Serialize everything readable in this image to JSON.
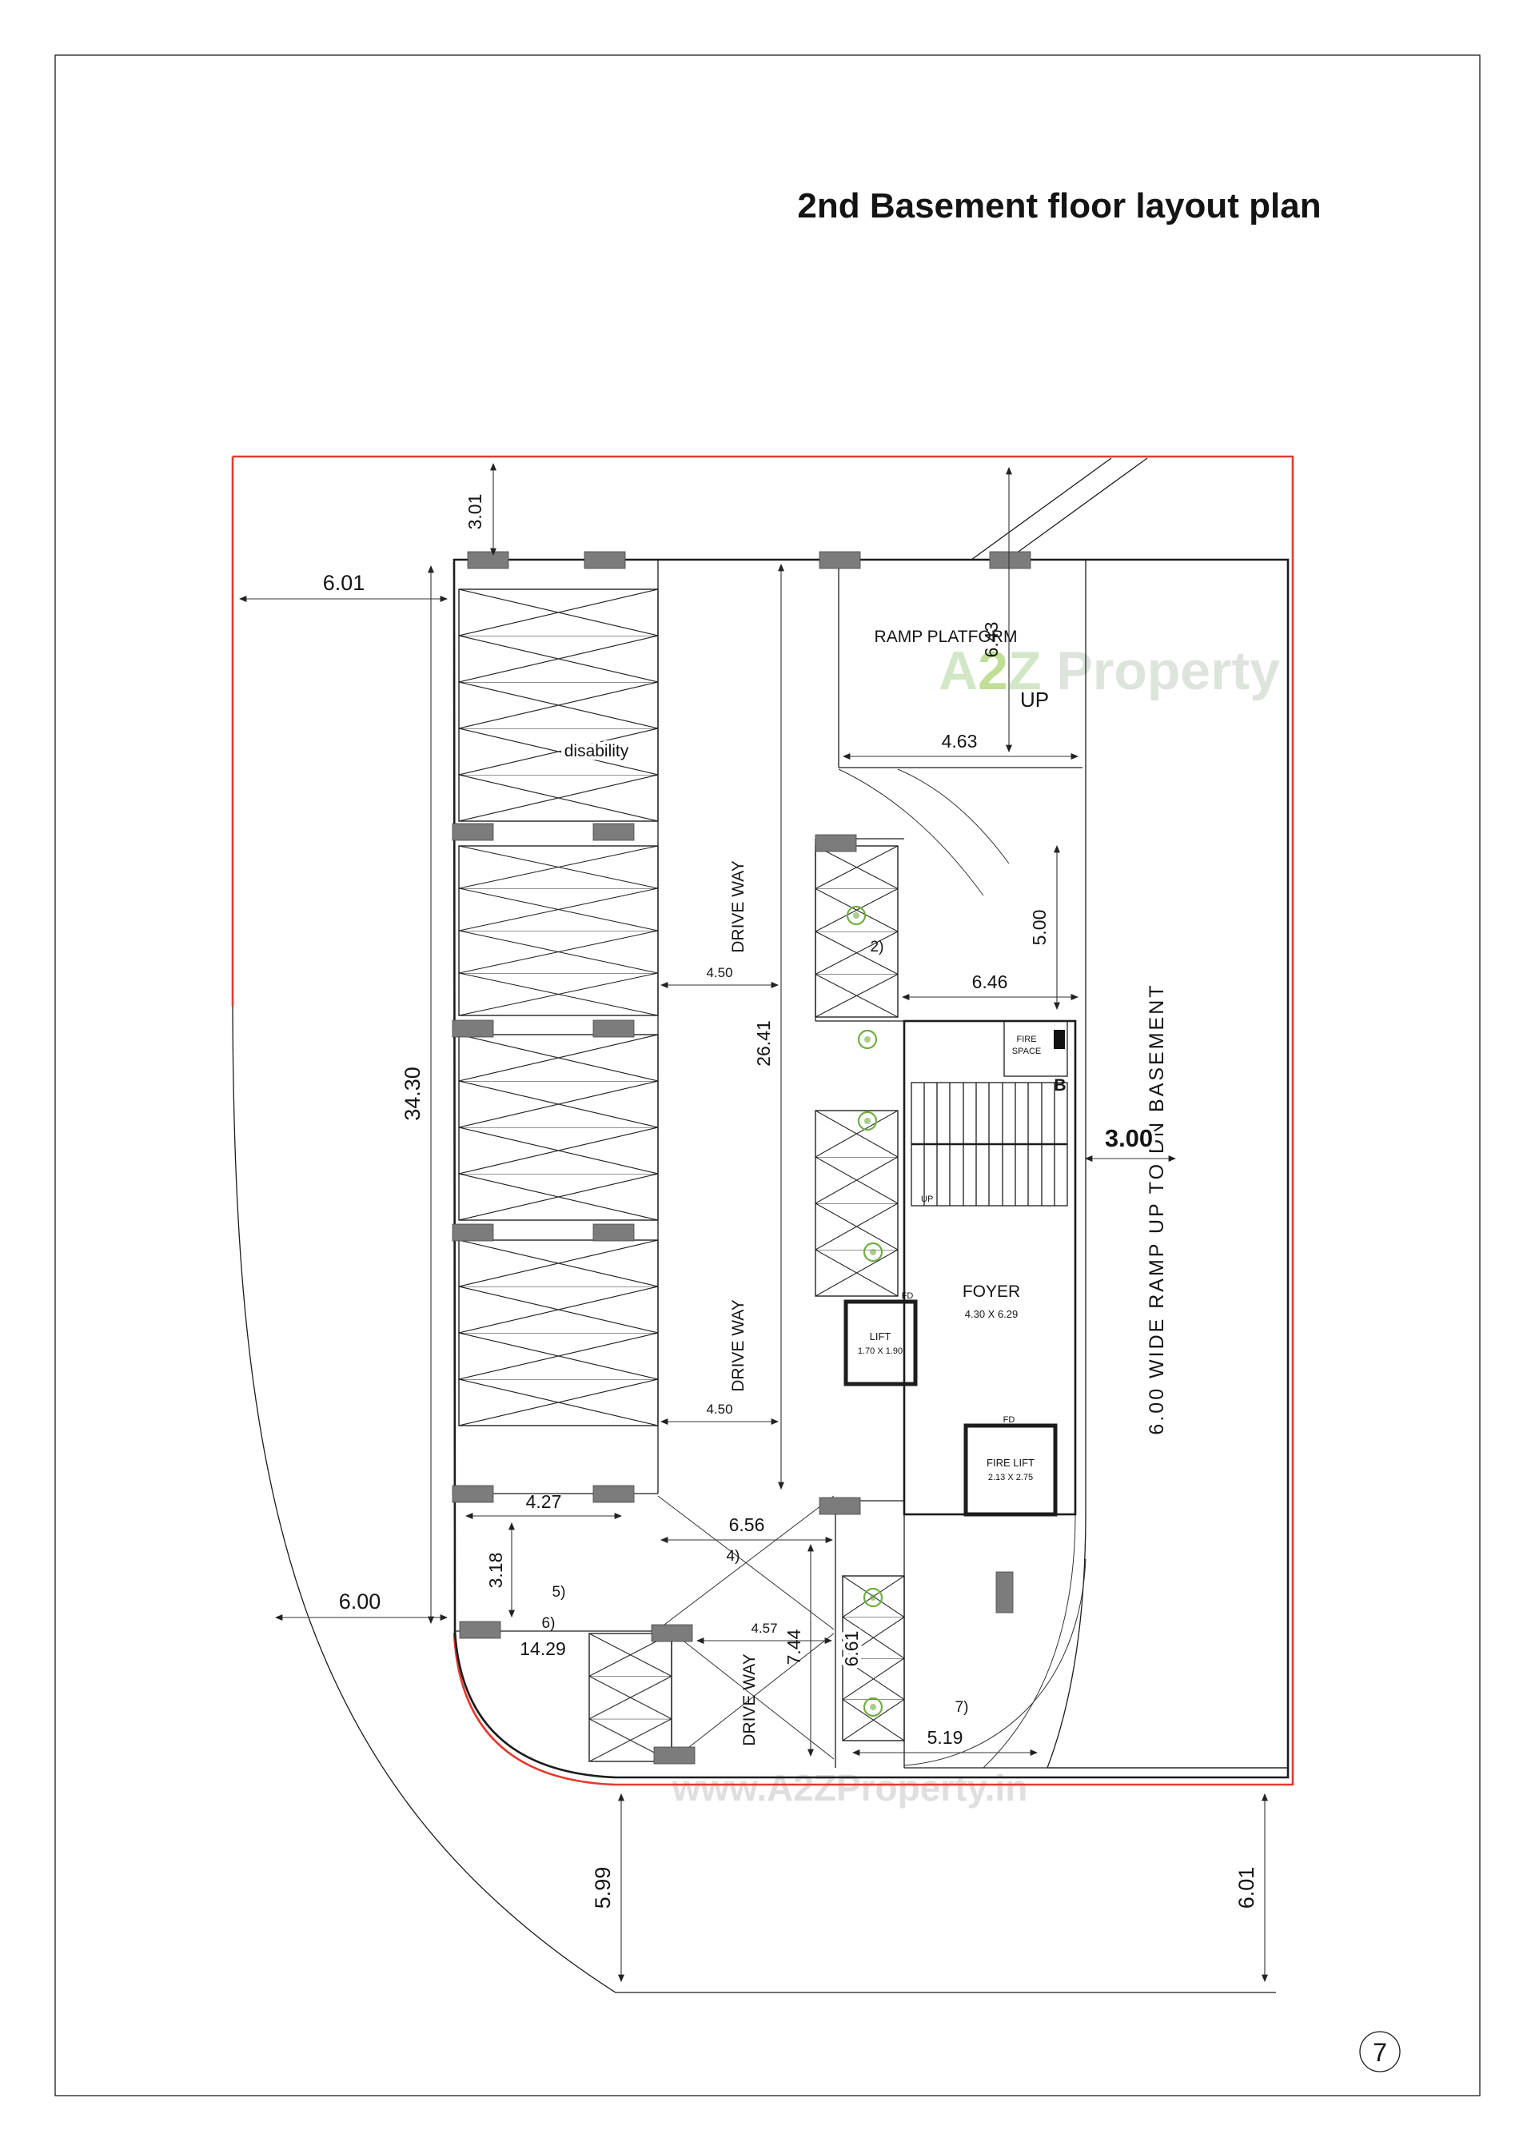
{
  "page": {
    "title": "2nd Basement floor layout plan",
    "page_number": "7"
  },
  "watermark": {
    "a": "A",
    "two": "2",
    "z": "Z",
    "rest": " Property",
    "url": "www.A2ZProperty.in"
  },
  "labels": {
    "ramp_platform": "RAMP PLATFORM",
    "up_ramp": "UP",
    "up_stairs": "UP",
    "disability": "disability",
    "driveway_upper": "DRIVE WAY",
    "driveway_lower": "DRIVE WAY",
    "driveway_bottom": "DRIVE WAY",
    "foyer": "FOYER",
    "foyer_size": "4.30 X 6.29",
    "lift": "LIFT",
    "lift_size": "1.70 X 1.90",
    "fire_lift": "FIRE LIFT",
    "fire_lift_size": "2.13 X 2.75",
    "fire_space_line1": "FIRE",
    "fire_space_line2": "SPACE",
    "fd_lift": "FD",
    "fd_fire_lift": "FD",
    "ramp_note": "6.00 WIDE RAMP UP TO DN  BASEMENT",
    "marker_b": "B",
    "marker_2": "2)",
    "marker_4": "4)",
    "marker_5": "5)",
    "marker_6": "6)",
    "marker_7": "7)"
  },
  "dimensions": {
    "top_offset": "3.01",
    "left_top": "6.01",
    "left_height": "34.30",
    "left_bottom": "6.00",
    "bottom_left": "5.99",
    "bottom_right": "6.01",
    "platform_width": "4.63",
    "platform_height": "6.43",
    "bay_height": "5.00",
    "core_width": "6.46",
    "ramp_gap": "3.00",
    "drive_length": "26.41",
    "drive_width_upper": "4.50",
    "drive_width_lower": "4.50",
    "stall_a": "4.27",
    "stall_b": "3.18",
    "corner_width": "14.29",
    "stall_c": "6.56",
    "stall_d": "4.57",
    "stall_e": "7.44",
    "stall_f": "6.61",
    "bottom_drive": "5.19"
  },
  "colors": {
    "boundary_red": "#e23b2e",
    "watermark_green": "#8dc63f",
    "column_gray": "#7c7c7c",
    "symbol_green": "#6fae3f"
  }
}
